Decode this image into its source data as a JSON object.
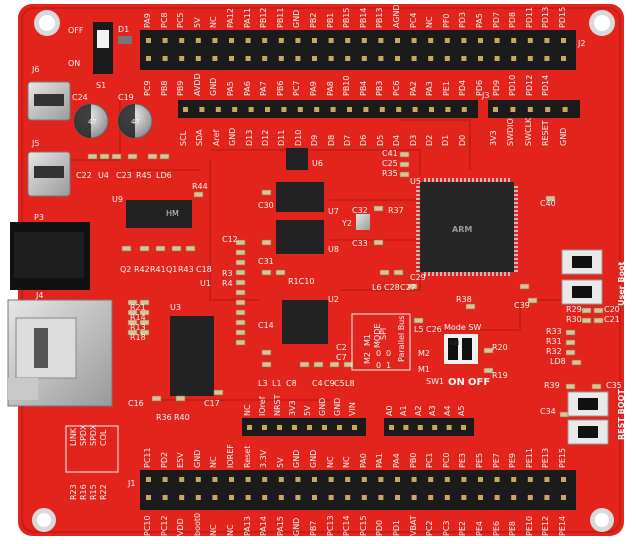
{
  "colors": {
    "pcb": "#e3241c",
    "pcb_dark": "#b51a14",
    "silk": "#f4f4f4",
    "header_black": "#1b1b1b",
    "pin_gold": "#c9a85a",
    "chip": "#222222",
    "metal": "#c8c8c8"
  },
  "switch_labels": {
    "s1": "S1",
    "off": "OFF",
    "on": "ON",
    "d1": "D1"
  },
  "connectors": {
    "j6": "J6",
    "j5": "J5",
    "p3": "P3",
    "j4": "J4",
    "j1": "J1",
    "j2": "J2",
    "j3": "J3"
  },
  "components": {
    "c24": "C24",
    "c19": "C19",
    "c22": "C22",
    "u4": "U4",
    "c23": "C23",
    "r45": "R45",
    "ld6": "LD6",
    "r44": "R44",
    "u9": "U9",
    "q2": "Q2",
    "r42": "R42",
    "r41": "R41",
    "q1": "Q1",
    "r43": "R43",
    "c18": "C18",
    "u1": "U1",
    "r21": "R21",
    "r14": "R14",
    "r13": "R13",
    "r18": "R18",
    "u3": "U3",
    "c16": "C16",
    "c17": "C17",
    "r36": "R36",
    "r40": "R40",
    "u6": "U6",
    "u7": "U7",
    "u8": "U8",
    "c30": "C30",
    "c31": "C31",
    "r1c10": "R1C10",
    "c12": "C12",
    "r3": "R3",
    "r4": "R4",
    "u2": "U2",
    "c14": "C14",
    "l3": "L3",
    "l1": "L1",
    "c8": "C8",
    "c4": "C4",
    "c9": "C9",
    "c5": "C5",
    "l8": "L8",
    "c2": "C2",
    "c7": "C7",
    "c41": "C41",
    "c25": "C25",
    "r35": "R35",
    "u5": "U5",
    "c32": "C32",
    "r37": "R37",
    "y2": "Y2",
    "c33": "C33",
    "c40": "C40",
    "l6": "L6",
    "c28": "C28",
    "c27": "C27",
    "c29": "C29",
    "r38": "R38",
    "l5": "L5",
    "c26": "C26",
    "c39": "C39",
    "r29": "R29",
    "r30": "R30",
    "c20": "C20",
    "c21": "C21",
    "r33": "R33",
    "r31": "R31",
    "r32": "R32",
    "ld8": "LD8",
    "r39": "R39",
    "c35": "C35",
    "c34": "C34",
    "r20": "R20",
    "r19": "R19",
    "m2": "M2",
    "m1": "M1",
    "sw1": "SW1",
    "r23": "R23",
    "r16": "R16",
    "r15": "R15",
    "r22": "R22"
  },
  "cap_values": {
    "c24": "47",
    "c19": "47"
  },
  "chip_texts": {
    "u5": "ARM",
    "u9": "HM"
  },
  "top_row_labels": [
    "PA9",
    "PC8",
    "PC5",
    "5V",
    "NC",
    "PA12",
    "PA11",
    "PB12",
    "PB11",
    "GND",
    "PB2",
    "PB1",
    "PB15",
    "PB14",
    "PB13",
    "AGND",
    "PC4",
    "NC",
    "PF0",
    "PD3",
    "PA5",
    "PD7",
    "PD8",
    "PD11",
    "PD13",
    "PD15"
  ],
  "second_row_labels": [
    "PC9",
    "PB8",
    "PB9",
    "AVDD",
    "GND",
    "PA5",
    "PA6",
    "PA7",
    "PB6",
    "PC7",
    "PA9",
    "PA8",
    "PB10",
    "PB4",
    "PB3",
    "PC6",
    "PA2",
    "PA3",
    "PE1",
    "PD4",
    "PD6",
    "PD9",
    "PD10",
    "PD12",
    "PD14"
  ],
  "arduino_labels": [
    "SCL",
    "SDA",
    "Aref",
    "GND",
    "D13",
    "D12",
    "D11",
    "D10",
    "D9",
    "D8",
    "D7",
    "D6",
    "D5",
    "D4",
    "D3",
    "D2",
    "D1",
    "D0"
  ],
  "swd_labels": [
    "3V3",
    "SWDIO",
    "SWCLK",
    "RESET",
    "GND"
  ],
  "power_header_labels": [
    "NC",
    "IOref",
    "NRST",
    "3V3",
    "5V",
    "GND",
    "GND",
    "VIN"
  ],
  "analog_labels": [
    "A0",
    "A1",
    "A2",
    "A3",
    "A4",
    "A5"
  ],
  "bottom_upper_labels": [
    "PC11",
    "PD2",
    "E5V",
    "GND",
    "NC",
    "IOREF",
    "Reset",
    "3.3V",
    "5V",
    "GND",
    "GND",
    "NC",
    "NC",
    "PA0",
    "PA1",
    "PA4",
    "PB0",
    "PC1",
    "PC0",
    "PE3",
    "PE5",
    "PE7",
    "PE9",
    "PE11",
    "PE13",
    "PE15"
  ],
  "bottom_lower_labels": [
    "PC10",
    "PC12",
    "VDD",
    "boot0",
    "NC",
    "NC",
    "PA13",
    "PA14",
    "PA15",
    "GND",
    "PB7",
    "PC13",
    "PC14",
    "PC15",
    "PD0",
    "PD1",
    "VBAT",
    "PC2",
    "PC3",
    "PE2",
    "PE4",
    "PE6",
    "PE8",
    "PE10",
    "PE12",
    "PE14"
  ],
  "mode_table": {
    "title": "MODE",
    "header": [
      "M1",
      "M2"
    ],
    "rows": [
      [
        "0",
        "0"
      ],
      [
        "0",
        "1"
      ]
    ],
    "entries": [
      "SPI",
      "Parallel Bus"
    ]
  },
  "mode_switch": {
    "title": "Mode SW",
    "on": "ON",
    "off": "OFF",
    "dip": "ON"
  },
  "led_legend": [
    "LINK",
    "SPDX",
    "SPDX",
    "COL"
  ],
  "buttons": {
    "user_boot": "User Boot",
    "user_right": "User",
    "rest_boot": "REST BOOT"
  }
}
